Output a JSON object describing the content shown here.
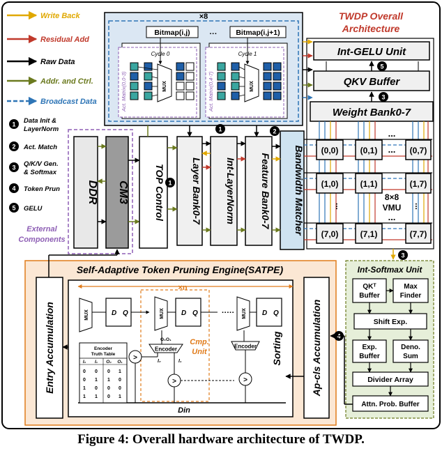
{
  "legend": {
    "write_back": "Write Back",
    "residual_add": "Residual Add",
    "raw_data": "Raw Data",
    "addr_ctrl": "Addr. and Ctrl.",
    "broadcast": "Broadcast Data",
    "steps": [
      {
        "n": "1",
        "text1": "Data Init &",
        "text2": "LayerNorm"
      },
      {
        "n": "2",
        "text1": "Act. Match",
        "text2": ""
      },
      {
        "n": "3",
        "text1": "Q/K/V Gen.",
        "text2": "& Softmax"
      },
      {
        "n": "4",
        "text1": "Token Prun",
        "text2": ""
      },
      {
        "n": "5",
        "text1": "GELU",
        "text2": ""
      }
    ],
    "external_1": "External",
    "external_2": "Components"
  },
  "colors": {
    "write_back": "#e0a800",
    "residual_add": "#c0392b",
    "raw_data": "#000000",
    "addr_ctrl": "#6b7a1f",
    "broadcast": "#2e75b6",
    "bitmap_bg": "#dbe7f3",
    "satpe_bg": "#fbe7d4",
    "softmax_bg": "#e6efd9",
    "matcher_bg": "#cfe3f1",
    "teal": "#3aa6a0",
    "blue_block": "#1f5fa8",
    "purple": "#8e5fb5",
    "orange": "#e07b1a"
  },
  "title": {
    "line1": "TWDP Overall",
    "line2": "Architecture"
  },
  "bitmap": {
    "multiplier": "×8",
    "bitmap_j": "Bitmap(i,j)",
    "bitmap_j1": "Bitmap(i,j+1)",
    "cycle0": "Cycle 0",
    "cycle1": "Cycle 1",
    "act0": "Act. Matrix(0,0-3)",
    "act1": "Act. Matrix(0,4-7)",
    "mux": "MUX"
  },
  "blocks": {
    "int_gelu": "Int-GELU Unit",
    "qkv_buffer": "QKV Buffer",
    "weight_bank": "Weight Bank0-7",
    "ddr": "DDR",
    "cm3": "CM3",
    "top_control": "TOP Control",
    "layer_bank": "Layer Bank0-7",
    "int_layernorm": "Int-LayerNorm",
    "feature_bank": "Feature Bank0-7",
    "bandwidth_matcher": "Bandwidth Matcher",
    "vmu_1": "8×8",
    "vmu_2": "VMU",
    "dots": "...",
    "pe": [
      [
        "(0,0)",
        "(0,1)",
        "(0,7)"
      ],
      [
        "(1,0)",
        "(1,1)",
        "(1,7)"
      ],
      [
        "(7,0)",
        "(7,1)",
        "(7,7)"
      ]
    ]
  },
  "markers": {
    "m1": "1",
    "m2": "2",
    "m3": "3",
    "m4": "4",
    "m5": "5"
  },
  "satpe": {
    "title": "Self-Adaptive Token Pruning Engine(SATPE)",
    "entry_acc": "Entry Accumulation",
    "apcls_acc": "Ap-cls Accumulation",
    "sorting": "Sorting",
    "xn": "×n",
    "mux": "MUX",
    "d": "D",
    "q": "Q",
    "encoder": "Encoder",
    "cmp_1": "Cmp.",
    "cmp_2": "Unit",
    "din": "Din",
    "i0": "I₀",
    "i1": "I₁",
    "o": "O₀O₁",
    "truth_title_1": "Encoder",
    "truth_title_2": "Truth Table",
    "truth_header": [
      "I₀",
      "I₁",
      "O₀",
      "O₁"
    ],
    "truth_rows": [
      [
        "0",
        "0",
        "0",
        "1"
      ],
      [
        "0",
        "1",
        "1",
        "0"
      ],
      [
        "1",
        "0",
        "0",
        "0"
      ],
      [
        "1",
        "1",
        "0",
        "1"
      ]
    ]
  },
  "softmax": {
    "title": "Int-Softmax Unit",
    "qk_1": "QKᵀ",
    "qk_2": "Buffer",
    "max_1": "Max",
    "max_2": "Finder",
    "shift": "Shift Exp.",
    "exp_1": "Exp.",
    "exp_2": "Buffer",
    "deno_1": "Deno.",
    "deno_2": "Sum",
    "divider": "Divider Array",
    "attn": "Attn. Prob. Buffer"
  },
  "caption": "Figure 4: Overall hardware architecture of TWDP."
}
